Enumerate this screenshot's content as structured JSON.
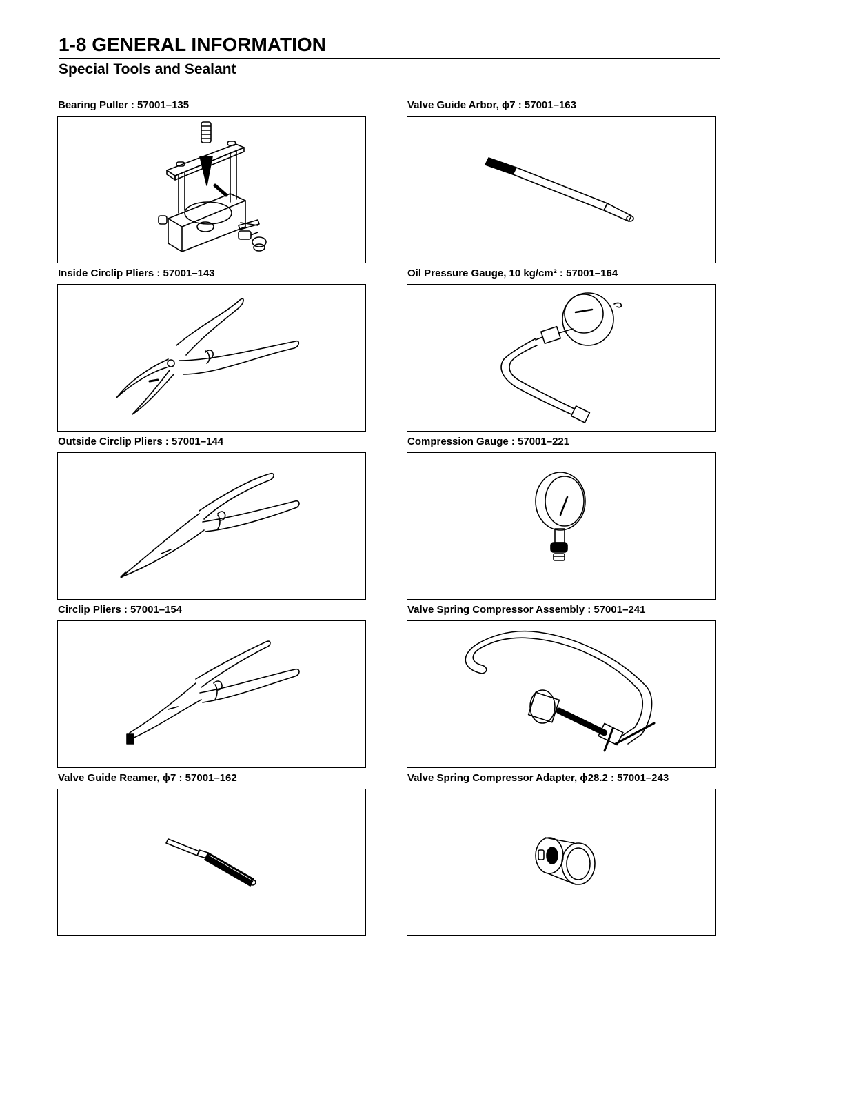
{
  "header": {
    "page_title": "1-8 GENERAL INFORMATION",
    "section_title": "Special Tools and Sealant"
  },
  "tools": [
    {
      "label": "Bearing Puller : 57001–135",
      "icon": "bearing-puller"
    },
    {
      "label": "Valve Guide Arbor, ϕ7 : 57001–163",
      "icon": "valve-guide-arbor"
    },
    {
      "label": "Inside Circlip Pliers : 57001–143",
      "icon": "inside-circlip-pliers"
    },
    {
      "label": "Oil Pressure Gauge, 10 kg/cm² : 57001–164",
      "icon": "oil-pressure-gauge"
    },
    {
      "label": "Outside Circlip Pliers : 57001–144",
      "icon": "outside-circlip-pliers"
    },
    {
      "label": "Compression Gauge : 57001–221",
      "icon": "compression-gauge"
    },
    {
      "label": "Circlip Pliers : 57001–154",
      "icon": "circlip-pliers"
    },
    {
      "label": "Valve Spring Compressor Assembly : 57001–241",
      "icon": "valve-spring-compressor"
    },
    {
      "label": "Valve Guide Reamer, ϕ7 : 57001–162",
      "icon": "valve-guide-reamer"
    },
    {
      "label": "Valve Spring Compressor Adapter, ϕ28.2 : 57001–243",
      "icon": "valve-spring-compressor-adapter"
    }
  ]
}
